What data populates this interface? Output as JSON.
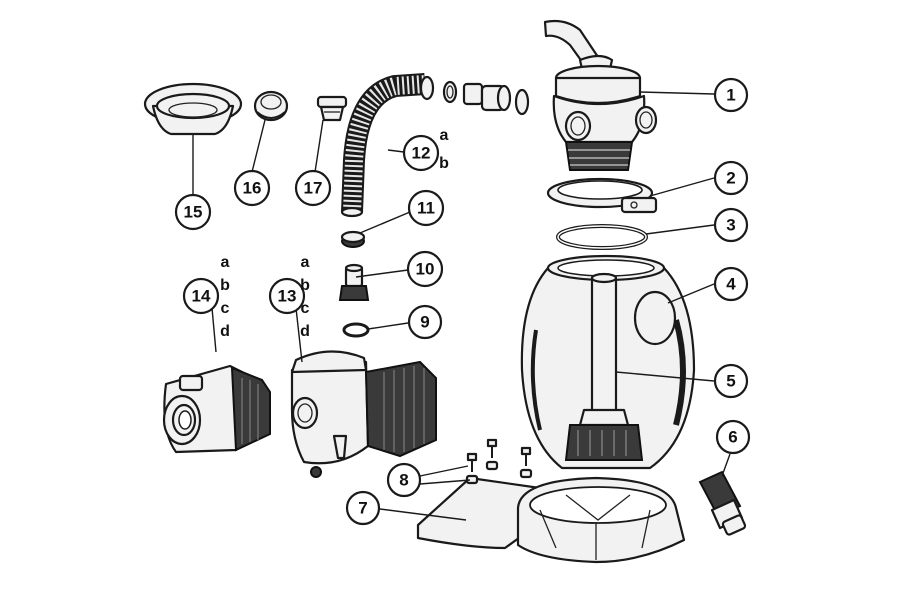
{
  "callouts": {
    "c1": "1",
    "c2": "2",
    "c3": "3",
    "c4": "4",
    "c5": "5",
    "c6": "6",
    "c7": "7",
    "c8": "8",
    "c9": "9",
    "c10": "10",
    "c11": "11",
    "c12": "12",
    "c13": "13",
    "c14": "14",
    "c15": "15",
    "c16": "16",
    "c17": "17"
  },
  "variants": {
    "part12": [
      "a",
      "b"
    ],
    "part13": [
      "a",
      "b",
      "c",
      "d"
    ],
    "part14": [
      "a",
      "b",
      "c",
      "d"
    ]
  },
  "colors": {
    "line": "#1a1a1a",
    "part_fill": "#f2f2f2",
    "background": "#ffffff"
  }
}
